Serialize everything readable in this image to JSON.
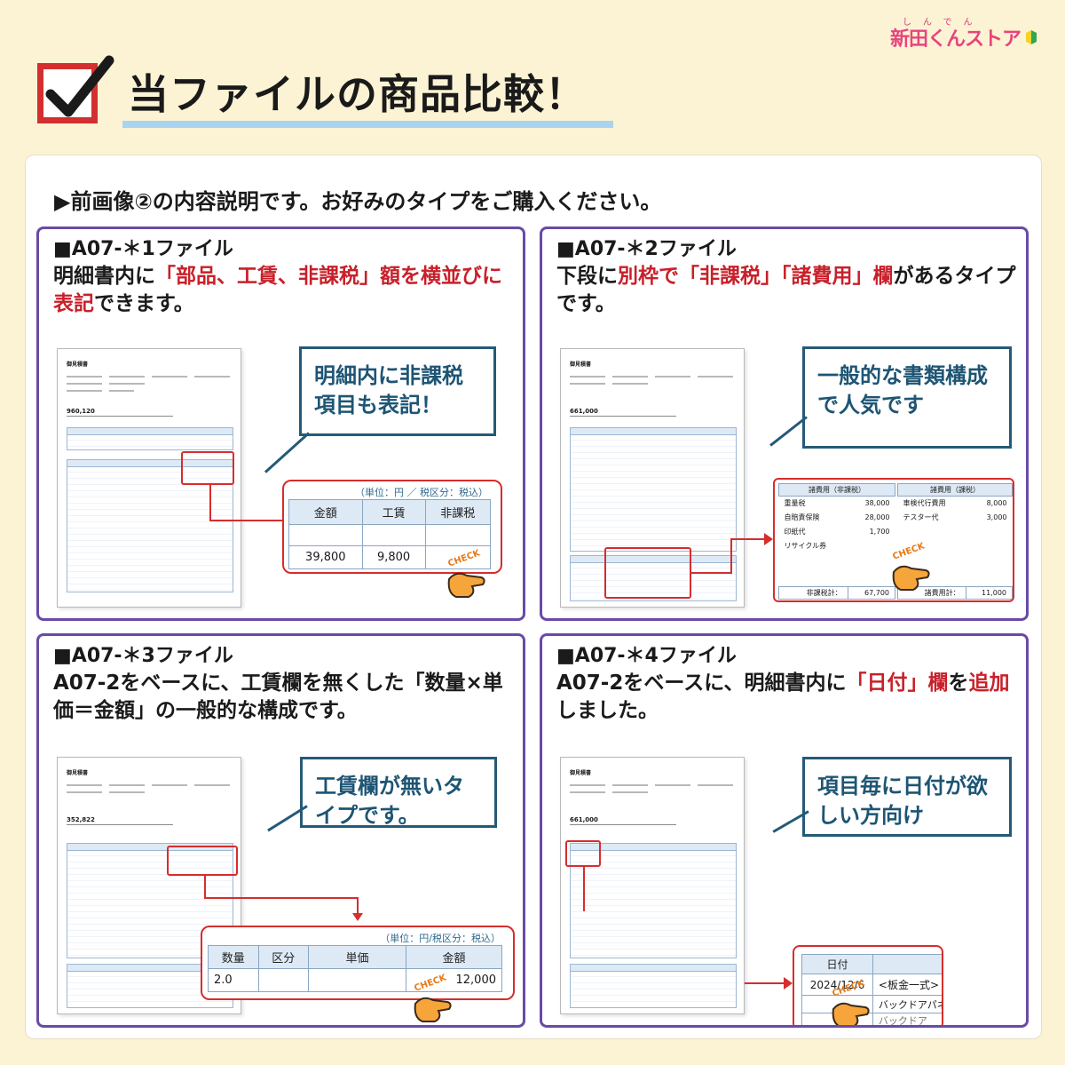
{
  "logo": {
    "ruby": "しんでん",
    "text": "新田くんストア"
  },
  "headline": "当ファイルの商品比較！",
  "intro": "▶前画像②の内容説明です。お好みのタイプをご購入ください。",
  "check_label": "CHECK",
  "q1": {
    "title": "■A07-＊1ファイル",
    "desc_a": "明細書内に",
    "desc_red": "「部品、工賃、非課税」額を横並びに表記",
    "desc_b": "できます。",
    "callout": "明細内に非課税項目も表記！",
    "doc_total": "960,120",
    "zoom": {
      "unit": "（単位：円 ／ 税区分：税込）",
      "headers": [
        "金額",
        "工賃",
        "非課税"
      ],
      "values": [
        "39,800",
        "9,800",
        ""
      ]
    }
  },
  "q2": {
    "title": "■A07-＊2ファイル",
    "desc_a": "下段に",
    "desc_red1": "別枠で「非課税」「諸費用」欄",
    "desc_b": "があるタイプです。",
    "callout": "一般的な書類構成で人気です",
    "doc_total": "661,000",
    "zoom": {
      "left_header": "諸費用（非課税）",
      "right_header": "諸費用（課税）",
      "left_rows": [
        [
          "重量税",
          "38,000"
        ],
        [
          "自賠責保険",
          "28,000"
        ],
        [
          "印紙代",
          "1,700"
        ],
        [
          "リサイクル券",
          ""
        ]
      ],
      "right_rows": [
        [
          "車検代行費用",
          "8,000"
        ],
        [
          "テスター代",
          "3,000"
        ]
      ],
      "left_total_label": "非課税計：",
      "left_total": "67,700",
      "right_total_label": "諸費用計：",
      "right_total": "11,000"
    }
  },
  "q3": {
    "title": "■A07-＊3ファイル",
    "desc": "A07-2をベースに、工賃欄を無くした「数量×単価＝金額」の一般的な構成です。",
    "callout": "工賃欄が無いタイプです。",
    "doc_total": "352,822",
    "zoom": {
      "unit": "（単位：円/税区分：税込）",
      "headers": [
        "数量",
        "区分",
        "単価",
        "金額"
      ],
      "values": [
        "2.0",
        "",
        "",
        "12,000"
      ]
    }
  },
  "q4": {
    "title": "■A07-＊4ファイル",
    "desc_a": "A07-2をベースに、明細書内に",
    "desc_red": "「日付」欄",
    "desc_b": "を",
    "desc_red2": "追加",
    "desc_c": "しました。",
    "callout": "項目毎に日付が欲しい方向け",
    "doc_total": "661,000",
    "zoom": {
      "header": "日付",
      "date": "2024/12/6",
      "item1": "<板金一式>",
      "item2": "バックドアパネ",
      "item3": "バックドア"
    }
  },
  "doc_title": "御見積書",
  "colors": {
    "accent_red": "#c8202a",
    "frame_purple": "#6a4aa6",
    "callout_blue": "#255a77",
    "background": "#fbf3d4"
  }
}
